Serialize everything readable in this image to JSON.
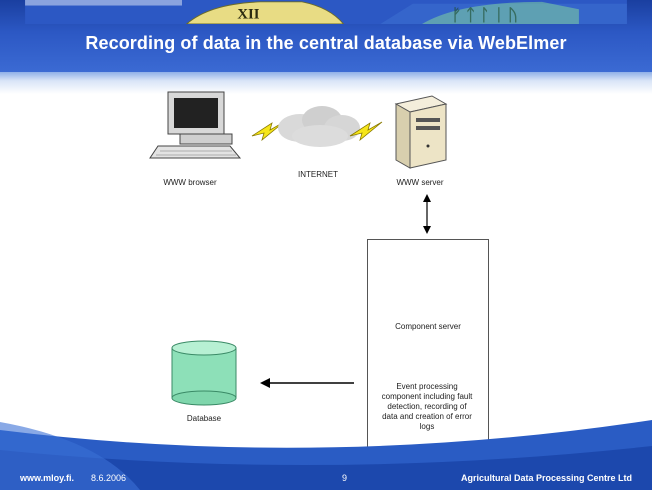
{
  "slide": {
    "title": "Recording of data in the central database via WebElmer",
    "header_banner_text": "XII",
    "colors": {
      "header_blue": "#2c58c4",
      "footer_blue": "#1f4fb8",
      "cylinder_green": "#8de0b8"
    }
  },
  "diagram": {
    "www_browser": {
      "label": "WWW browser",
      "icon": "desktop-computer-icon"
    },
    "internet": {
      "label": "INTERNET",
      "icon": "cloud-icon"
    },
    "www_server": {
      "label": "WWW server",
      "icon": "server-tower-icon"
    },
    "component_server": {
      "label": "Component server",
      "icon": "server-tower-icon"
    },
    "event_component": {
      "label_lines": [
        "Event processing",
        "component including fault",
        "detection, recording of",
        "data and creation of error",
        "logs"
      ],
      "icon": "component-box-icon"
    },
    "database": {
      "label": "Database",
      "icon": "database-cylinder-icon"
    }
  },
  "footer": {
    "website": "www.mloy.fi.",
    "date": "8.6.2006",
    "page_number": "9",
    "company": "Agricultural Data Processing Centre Ltd"
  }
}
